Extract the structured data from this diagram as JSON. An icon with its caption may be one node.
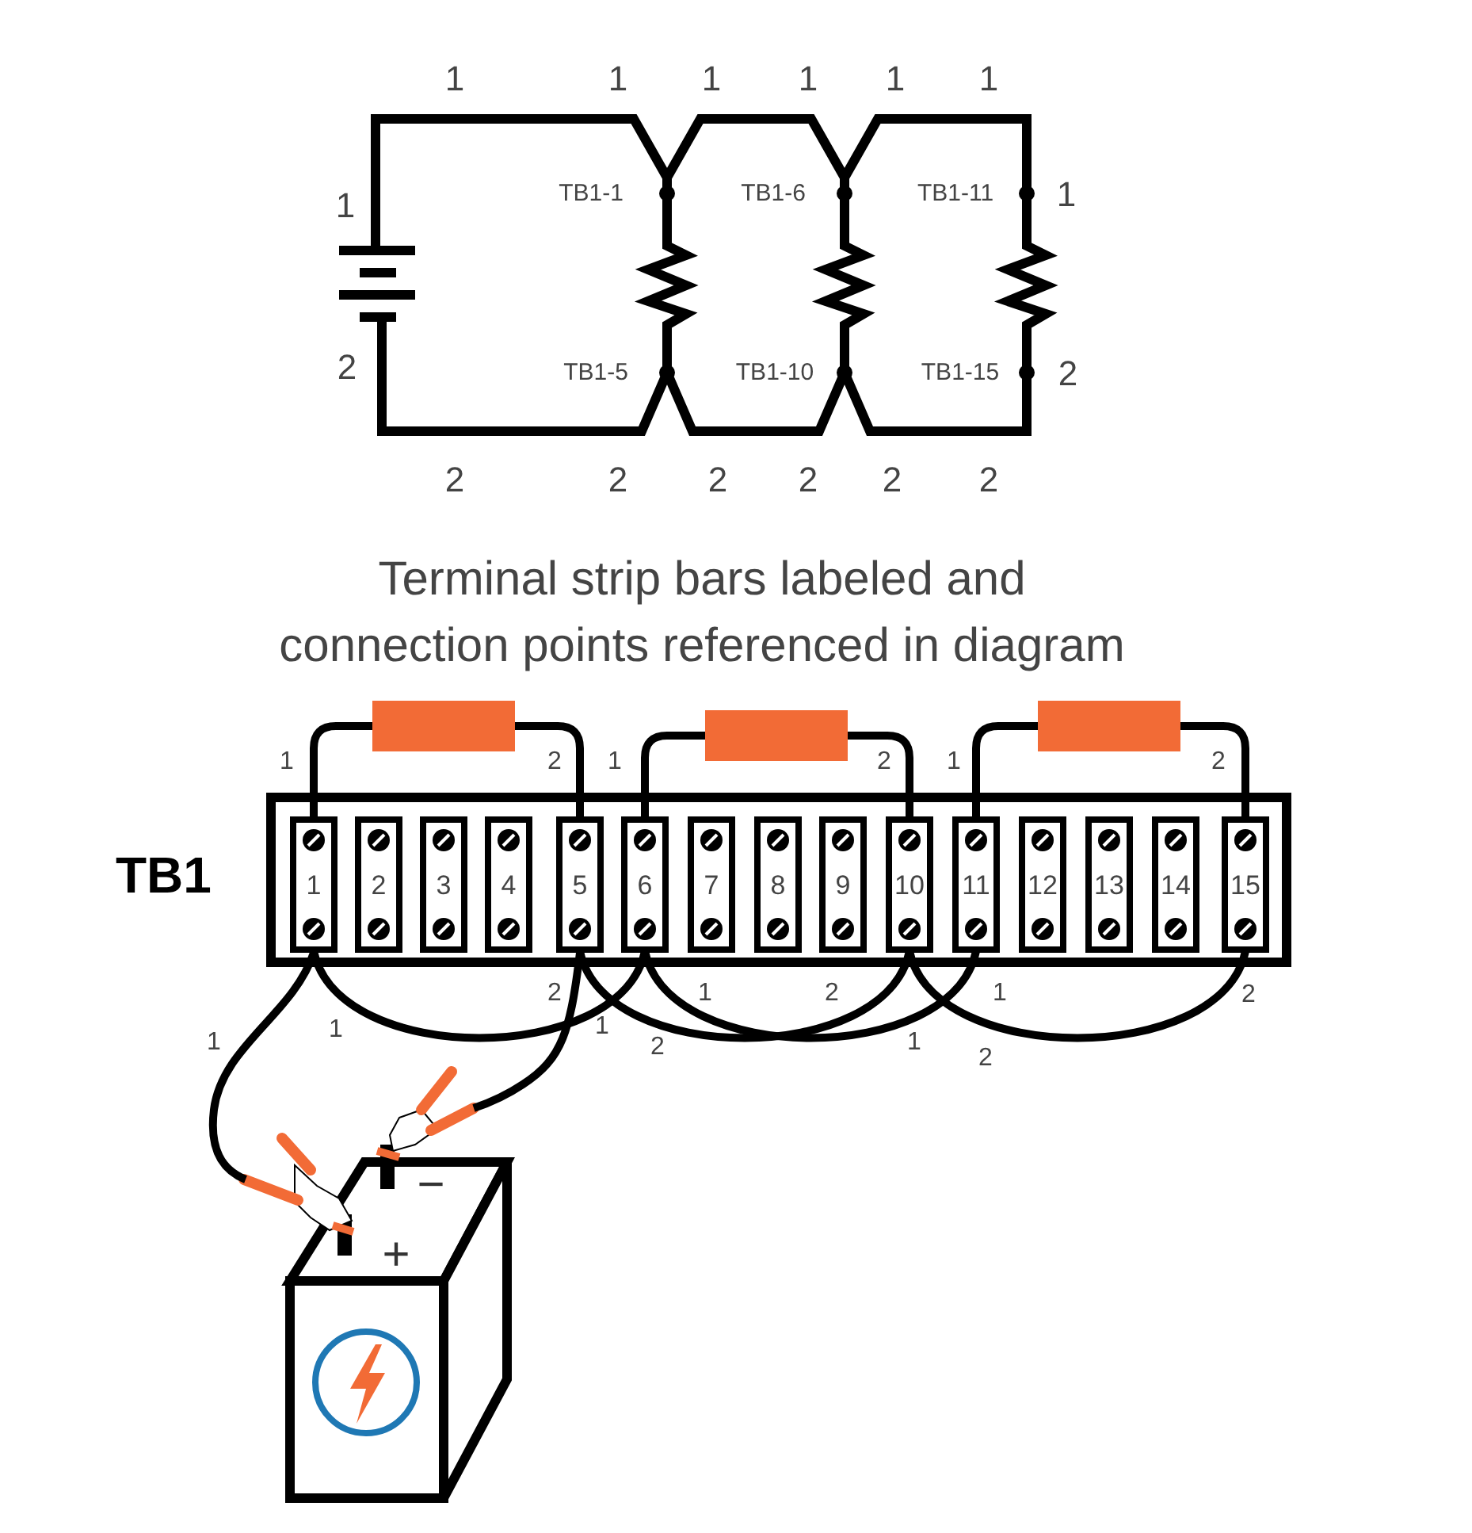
{
  "diagram": {
    "caption": "Terminal strip bars labeled and connection points referenced in diagram",
    "nodes": [
      {
        "text": [
          "TB1"
        ]
      },
      {
        "text": [
          "1"
        ],
        "in": 0
      },
      {
        "text": [
          "2"
        ],
        "in": 0
      },
      {
        "text": [
          "3"
        ],
        "in": 0
      },
      {
        "text": [
          "4"
        ],
        "in": 0
      },
      {
        "text": [
          "5"
        ],
        "in": 0
      },
      {
        "text": [
          "6"
        ],
        "in": 0
      },
      {
        "text": [
          "7"
        ],
        "in": 0
      },
      {
        "text": [
          "8"
        ],
        "in": 0
      },
      {
        "text": [
          "9"
        ],
        "in": 0
      },
      {
        "text": [
          "10"
        ],
        "in": 0
      },
      {
        "text": [
          "11"
        ],
        "in": 0
      },
      {
        "text": [
          "12"
        ],
        "in": 0
      },
      {
        "text": [
          "13"
        ],
        "in": 0
      },
      {
        "text": [
          "14"
        ],
        "in": 0
      },
      {
        "text": [
          "15"
        ],
        "in": 0
      },
      {
        "text": [],
        "shape": "box"
      },
      {
        "text": [],
        "shape": "box"
      },
      {
        "text": [],
        "shape": "box"
      },
      {
        "text": [
          "−",
          "+"
        ]
      }
    ],
    "edges": [
      {
        "from": 1,
        "to": 16,
        "arrow": "none"
      },
      {
        "from": 16,
        "to": 5,
        "arrow": "none"
      },
      {
        "from": 6,
        "to": 17,
        "arrow": "none"
      },
      {
        "from": 17,
        "to": 10,
        "arrow": "none"
      },
      {
        "from": 11,
        "to": 18,
        "arrow": "none"
      },
      {
        "from": 18,
        "to": 15,
        "arrow": "none"
      },
      {
        "from": 1,
        "to": 6,
        "arrow": "none"
      },
      {
        "from": 5,
        "to": 10,
        "arrow": "none"
      },
      {
        "from": 6,
        "to": 11,
        "arrow": "none"
      },
      {
        "from": 10,
        "to": 15,
        "arrow": "none"
      },
      {
        "from": 1,
        "to": 19,
        "arrow": "none"
      },
      {
        "from": 5,
        "to": 19,
        "arrow": "none"
      }
    ],
    "labels": [
      "1",
      "1",
      "1",
      "1",
      "1",
      "1",
      "1",
      "TB1-1",
      "TB1-6",
      "TB1-11",
      "1",
      "2",
      "TB1-5",
      "TB1-10",
      "TB1-15",
      "2",
      "2",
      "2",
      "2",
      "2",
      "2",
      "2",
      "1",
      "2",
      "1",
      "2",
      "1",
      "2",
      "2",
      "1",
      "2",
      "1",
      "2",
      "1",
      "1",
      "1",
      "2",
      "1",
      "2"
    ]
  }
}
